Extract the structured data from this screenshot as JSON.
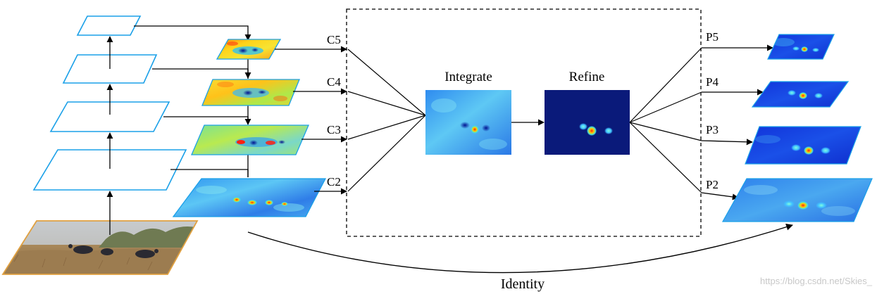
{
  "labels": {
    "c5": "C5",
    "c4": "C4",
    "c3": "C3",
    "c2": "C2",
    "p5": "P5",
    "p4": "P4",
    "p3": "P3",
    "p2": "P2",
    "integrate": "Integrate",
    "refine": "Refine",
    "identity": "Identity"
  },
  "watermark": "https://blog.csdn.net/Skies_",
  "colors": {
    "pyramid_outline": "#1aa0e8",
    "photo_border": "#e0a040",
    "stroke": "#000000",
    "dashed_box": "#000000"
  }
}
